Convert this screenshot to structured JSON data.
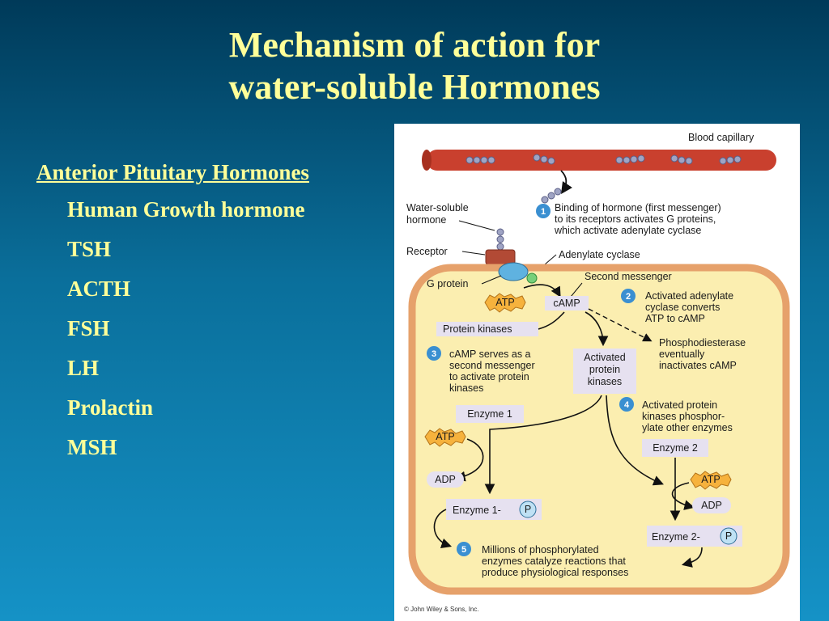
{
  "title": {
    "line1": "Mechanism of action for",
    "line2": "water-soluble Hormones"
  },
  "left_panel": {
    "heading": "Anterior Pituitary Hormones",
    "items": [
      "Human Growth hormone",
      "TSH",
      "ACTH",
      "FSH",
      "LH",
      "Prolactin",
      "MSH"
    ]
  },
  "diagram": {
    "blood_capillary": "Blood capillary",
    "water_soluble_hormone": [
      "Water-soluble",
      "hormone"
    ],
    "receptor": "Receptor",
    "adenylate_cyclase": "Adenylate cyclase",
    "g_protein": "G protein",
    "second_messenger": "Second messenger",
    "atp": "ATP",
    "camp": "cAMP",
    "adp": "ADP",
    "protein_kinases": "Protein kinases",
    "activated_protein_kinases": [
      "Activated",
      "protein",
      "kinases"
    ],
    "phosphodiesterase": [
      "Phosphodiesterase",
      "eventually",
      "inactivates cAMP"
    ],
    "enzyme1": "Enzyme 1",
    "enzyme2": "Enzyme 2",
    "enzyme1_p": "Enzyme 1-",
    "enzyme2_p": "Enzyme 2-",
    "p": "P",
    "steps": [
      {
        "num": "1",
        "lines": [
          "Binding of hormone (first messenger)",
          "to its receptors activates G proteins,",
          "which activate adenylate cyclase"
        ]
      },
      {
        "num": "2",
        "lines": [
          "Activated adenylate",
          "cyclase converts",
          "ATP to cAMP"
        ]
      },
      {
        "num": "3",
        "lines": [
          "cAMP serves as a",
          "second messenger",
          "to activate protein",
          "kinases"
        ]
      },
      {
        "num": "4",
        "lines": [
          "Activated protein",
          "kinases phosphor-",
          "ylate other enzymes"
        ]
      },
      {
        "num": "5",
        "lines": [
          "Millions of phosphorylated",
          "enzymes catalyze reactions that",
          "produce physiological responses"
        ]
      }
    ],
    "copyright": "© John Wiley & Sons, Inc."
  },
  "colors": {
    "title_text": "#ffff99",
    "cell_fill": "#fbeeb0",
    "cell_border": "#e6a16b",
    "capillary": "#c9402e",
    "step_badge": "#3a8fd1",
    "label_box": "#e6e1f0"
  }
}
